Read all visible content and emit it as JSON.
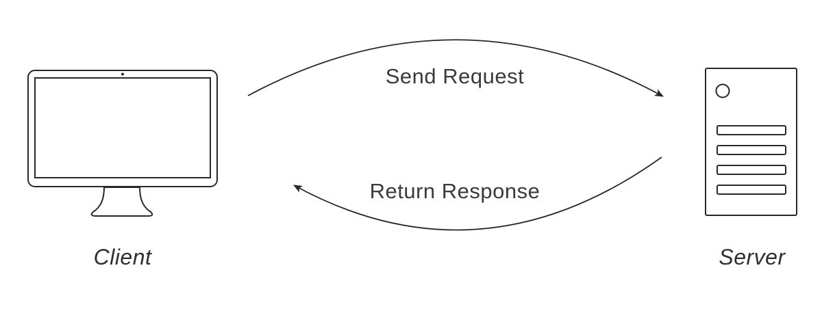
{
  "diagram": {
    "type": "client-server-request-response",
    "background_color": "#ffffff",
    "line_color": "#272727",
    "text_color": "#3a3a3a",
    "nodes": {
      "client": {
        "label": "Client",
        "icon": "desktop-monitor-icon"
      },
      "server": {
        "label": "Server",
        "icon": "server-tower-icon"
      }
    },
    "arrows": {
      "send_request": {
        "label": "Send Request",
        "from": "Client",
        "to": "Server",
        "curve": "top"
      },
      "return_response": {
        "label": "Return Response",
        "from": "Server",
        "to": "Client",
        "curve": "bottom"
      }
    }
  }
}
